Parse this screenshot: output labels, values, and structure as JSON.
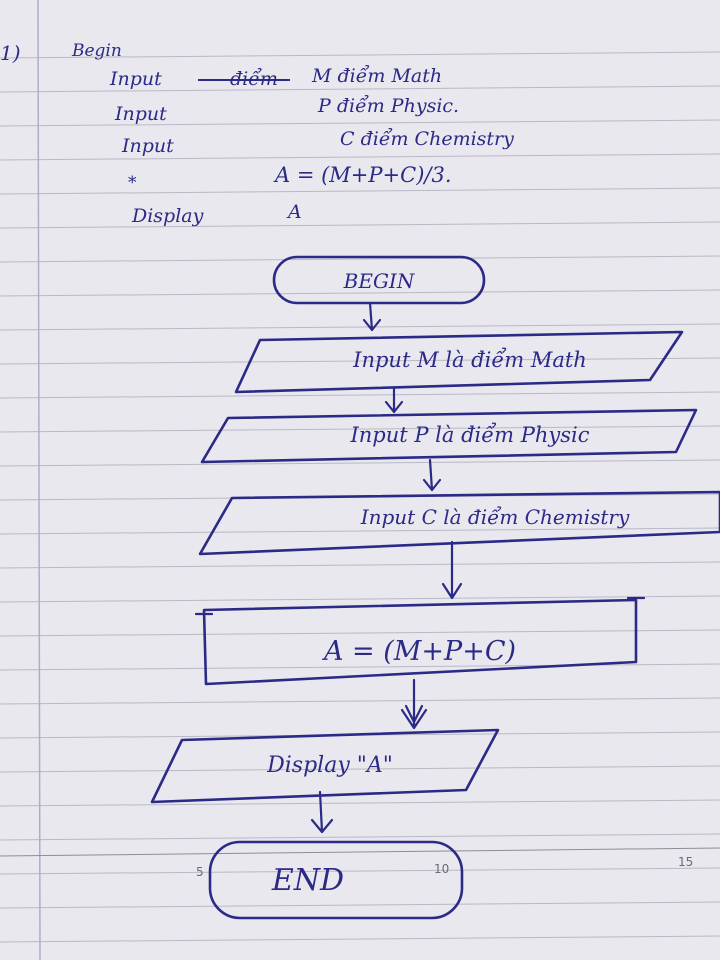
{
  "pseudocode": {
    "number": "1)",
    "begin": "Begin",
    "lines": [
      {
        "keyword": "Input",
        "struck": "điểm",
        "text": "M điểm Math"
      },
      {
        "keyword": "Input",
        "text": "P điểm Physic."
      },
      {
        "keyword": "Input",
        "text": "C điểm Chemistry"
      },
      {
        "keyword": "*",
        "text": "A = (M+P+C)/3."
      },
      {
        "keyword": "Display",
        "text": "A"
      }
    ]
  },
  "flowchart": {
    "begin": "BEGIN",
    "input_m": "Input M là điểm Math",
    "input_p": "Input P là điểm Physic",
    "input_c": "Input C là điểm Chemistry",
    "process": "A = (M+P+C)",
    "display": "Display \"A\"",
    "end": "END"
  },
  "ruler": {
    "ticks": [
      "5",
      "10",
      "15"
    ]
  },
  "colors": {
    "ink": "#2b2a86",
    "paper": "#e9e8ee",
    "rule_lines": "#b9b8c6",
    "margin_line": "#b7a8c8"
  }
}
